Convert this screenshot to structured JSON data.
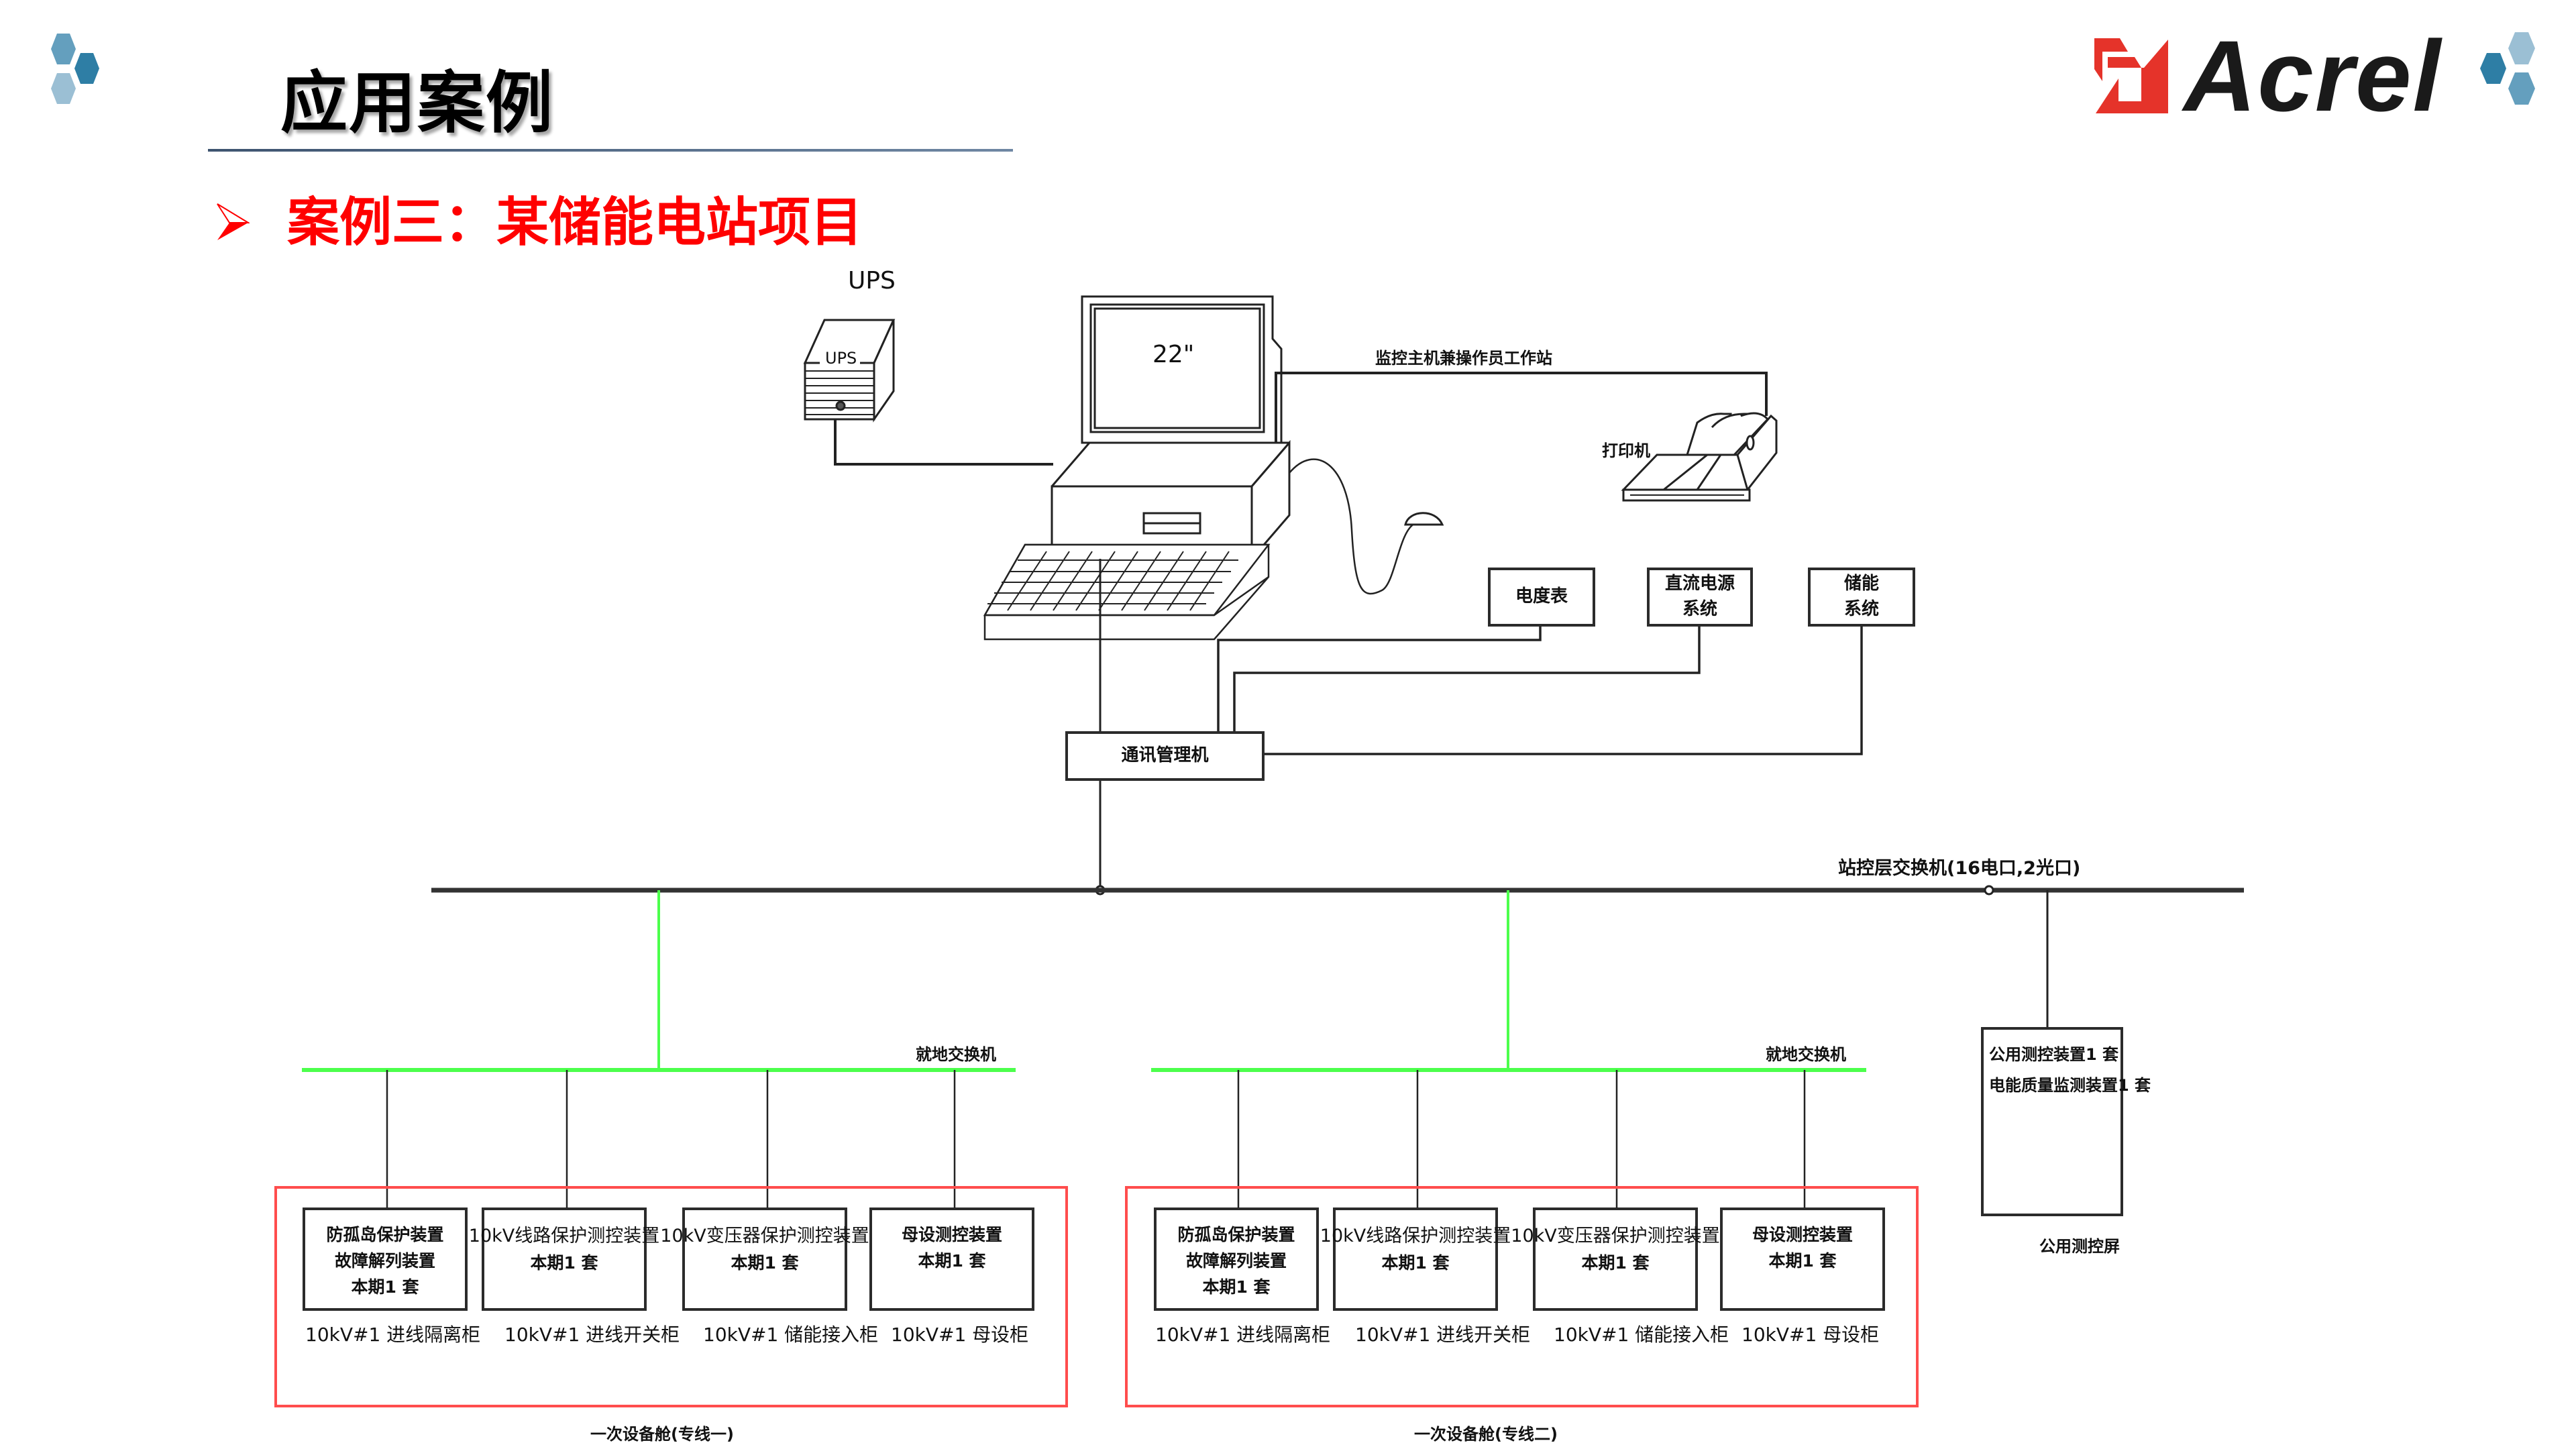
{
  "header": {
    "title": "应用案例",
    "subtitle": "案例三：某储能电站项目",
    "logo_text": "Acrel",
    "colors": {
      "title_rule": "#3e5470",
      "subtitle": "#ff0000",
      "logo_red": "#e5332a",
      "hex_dark": "#2e7ea5",
      "hex_mid": "#649fbe",
      "hex_light": "#9bbfd4"
    }
  },
  "diagram": {
    "ups": {
      "top_label": "UPS",
      "body_label": "UPS"
    },
    "monitor": {
      "screen_label": "22\""
    },
    "workstation_label": "监控主机兼操作员工作站",
    "printer_label": "打印机",
    "top_devices": [
      {
        "lines": [
          "电度表"
        ]
      },
      {
        "lines": [
          "直流电源",
          "系统"
        ]
      },
      {
        "lines": [
          "储能",
          "系统"
        ]
      }
    ],
    "comm_manager": "通讯管理机",
    "station_switch": "站控层交换机(16电口,2光口)",
    "local_switch_label": "就地交换机",
    "public_cabinet": {
      "lines": [
        "公用测控装置1 套",
        "电能质量监测装置1 套"
      ],
      "caption": "公用测控屏"
    },
    "groups": [
      {
        "caption": "一次设备舱(专线一)",
        "devices": [
          {
            "lines": [
              "防孤岛保护装置",
              "故障解列装置",
              "本期1 套"
            ],
            "cabinet": "10kV#1 进线隔离柜"
          },
          {
            "lines": [
              "10kV线路保护测控装置",
              "本期1 套"
            ],
            "cabinet": "10kV#1 进线开关柜"
          },
          {
            "lines": [
              "10kV变压器保护测控装置",
              "本期1 套"
            ],
            "cabinet": "10kV#1 储能接入柜"
          },
          {
            "lines": [
              "母设测控装置",
              "本期1 套"
            ],
            "cabinet": "10kV#1 母设柜"
          }
        ]
      },
      {
        "caption": "一次设备舱(专线二)",
        "devices": [
          {
            "lines": [
              "防孤岛保护装置",
              "故障解列装置",
              "本期1 套"
            ],
            "cabinet": "10kV#1 进线隔离柜"
          },
          {
            "lines": [
              "10kV线路保护测控装置",
              "本期1 套"
            ],
            "cabinet": "10kV#1 进线开关柜"
          },
          {
            "lines": [
              "10kV变压器保护测控装置",
              "本期1 套"
            ],
            "cabinet": "10kV#1 储能接入柜"
          },
          {
            "lines": [
              "母设测控装置",
              "本期1 套"
            ],
            "cabinet": "10kV#1 母设柜"
          }
        ]
      }
    ],
    "colors": {
      "bus": "#333333",
      "local_bus": "#4cff4c",
      "group_frame": "#ff4d4d",
      "wire": "#222222"
    }
  }
}
